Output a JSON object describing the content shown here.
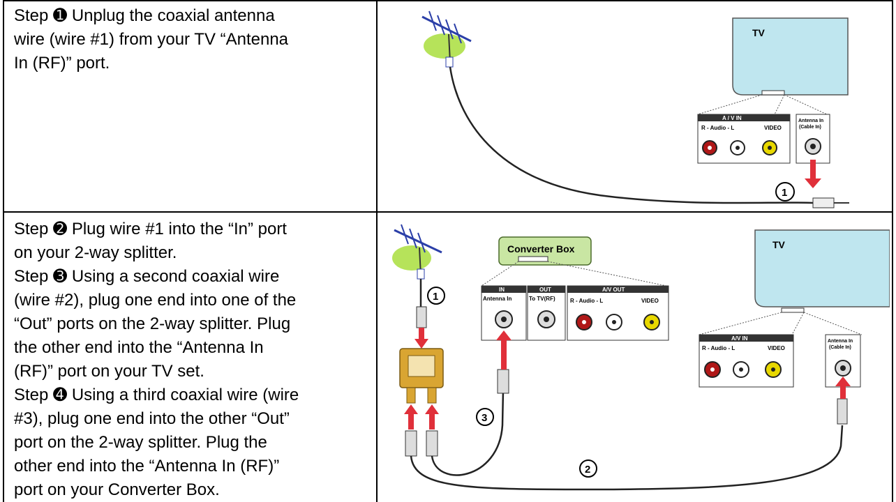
{
  "row1": {
    "text": "Step ➊ Unplug the coaxial antenna wire (wire #1) from your TV “Antenna In (RF)” port.",
    "lines": [
      "Step ➊ Unplug the coaxial antenna",
      "wire (wire #1) from your TV “Antenna",
      "In (RF)” port."
    ],
    "diagram": {
      "tv_label": "TV",
      "av_in_label": "A / V IN",
      "audio_label": "R - Audio - L",
      "video_label": "VIDEO",
      "antenna_in_label": "Antenna In",
      "cable_in_label": "(Cable In)",
      "wire_number": "1"
    }
  },
  "row2": {
    "lines": [
      "Step ➋ Plug wire #1 into the “In” port",
      "on your 2-way splitter.",
      "Step ➌ Using a second coaxial wire",
      "(wire #2), plug one end into one of the",
      "“Out” ports on the 2-way splitter.  Plug",
      "the other end into the “Antenna In",
      "(RF)” port on your TV set.",
      "Step ➍ Using a third coaxial wire (wire",
      "#3), plug one end into the other “Out”",
      "port on the 2-way splitter.  Plug the",
      "other end into the “Antenna In (RF)”",
      "port on your Converter Box."
    ],
    "diagram": {
      "converter_label": "Converter Box",
      "in_label": "IN",
      "out_label": "OUT",
      "av_out_label": "A/V OUT",
      "antenna_in_label": "Antenna In",
      "to_tv_label": "To TV(RF)",
      "audio_label": "R - Audio - L",
      "video_label": "VIDEO",
      "tv_label": "TV",
      "av_in_label": "A/V IN",
      "tv_audio_label": "R - Audio - L",
      "tv_video_label": "VIDEO",
      "tv_antenna_label": "Antenna In",
      "tv_cable_label": "(Cable In)",
      "wire1": "1",
      "wire2": "2",
      "wire3": "3"
    }
  },
  "colors": {
    "tv_screen": "#bfe6ef",
    "converter": "#c9e6a3",
    "splitter": "#d9a532",
    "arrow": "#e0303a",
    "rca_red": "#b01818",
    "rca_yellow": "#e8d800"
  }
}
